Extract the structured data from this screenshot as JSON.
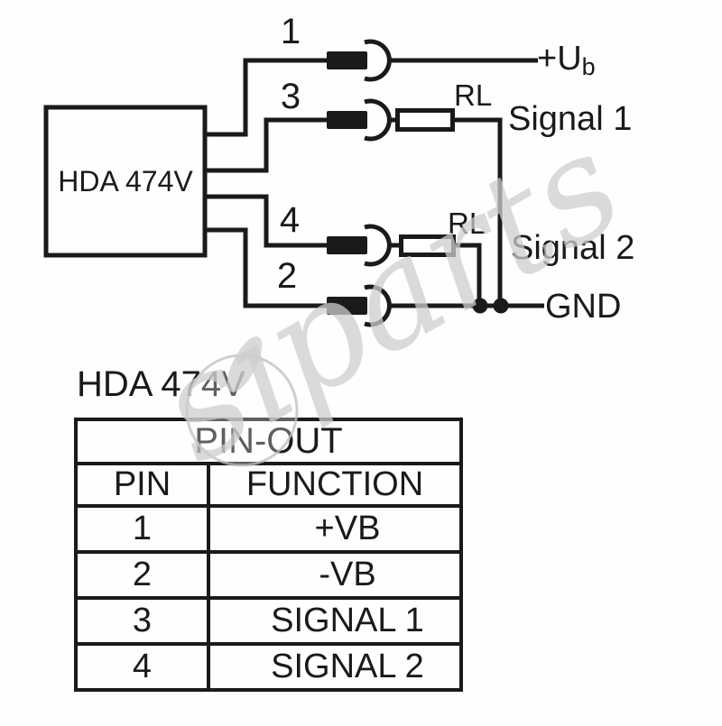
{
  "diagram": {
    "device_label": "HDA 474V",
    "pin_labels": {
      "p1": "1",
      "p3": "3",
      "p4": "4",
      "p2": "2"
    },
    "supply_label_main": "+U",
    "supply_label_sub": "b",
    "load_label_1": "RL",
    "load_label_2": "RL",
    "signal1_label": "Signal 1",
    "signal2_label": "Signal 2",
    "gnd_label": "GND"
  },
  "pinout": {
    "section_title": "HDA 474V",
    "header": "PIN-OUT",
    "columns": {
      "pin": "PIN",
      "function": "FUNCTION"
    },
    "rows": [
      {
        "pin": "1",
        "function": "+VB"
      },
      {
        "pin": "2",
        "function": "-VB"
      },
      {
        "pin": "3",
        "function": "SIGNAL 1"
      },
      {
        "pin": "4",
        "function": "SIGNAL 2"
      }
    ]
  },
  "watermark": {
    "brand": "siparts",
    "display_text": "sıparts"
  },
  "colors": {
    "ink": "#1a1a1a",
    "background": "#ffffff",
    "watermark_gray": "#cecece"
  }
}
